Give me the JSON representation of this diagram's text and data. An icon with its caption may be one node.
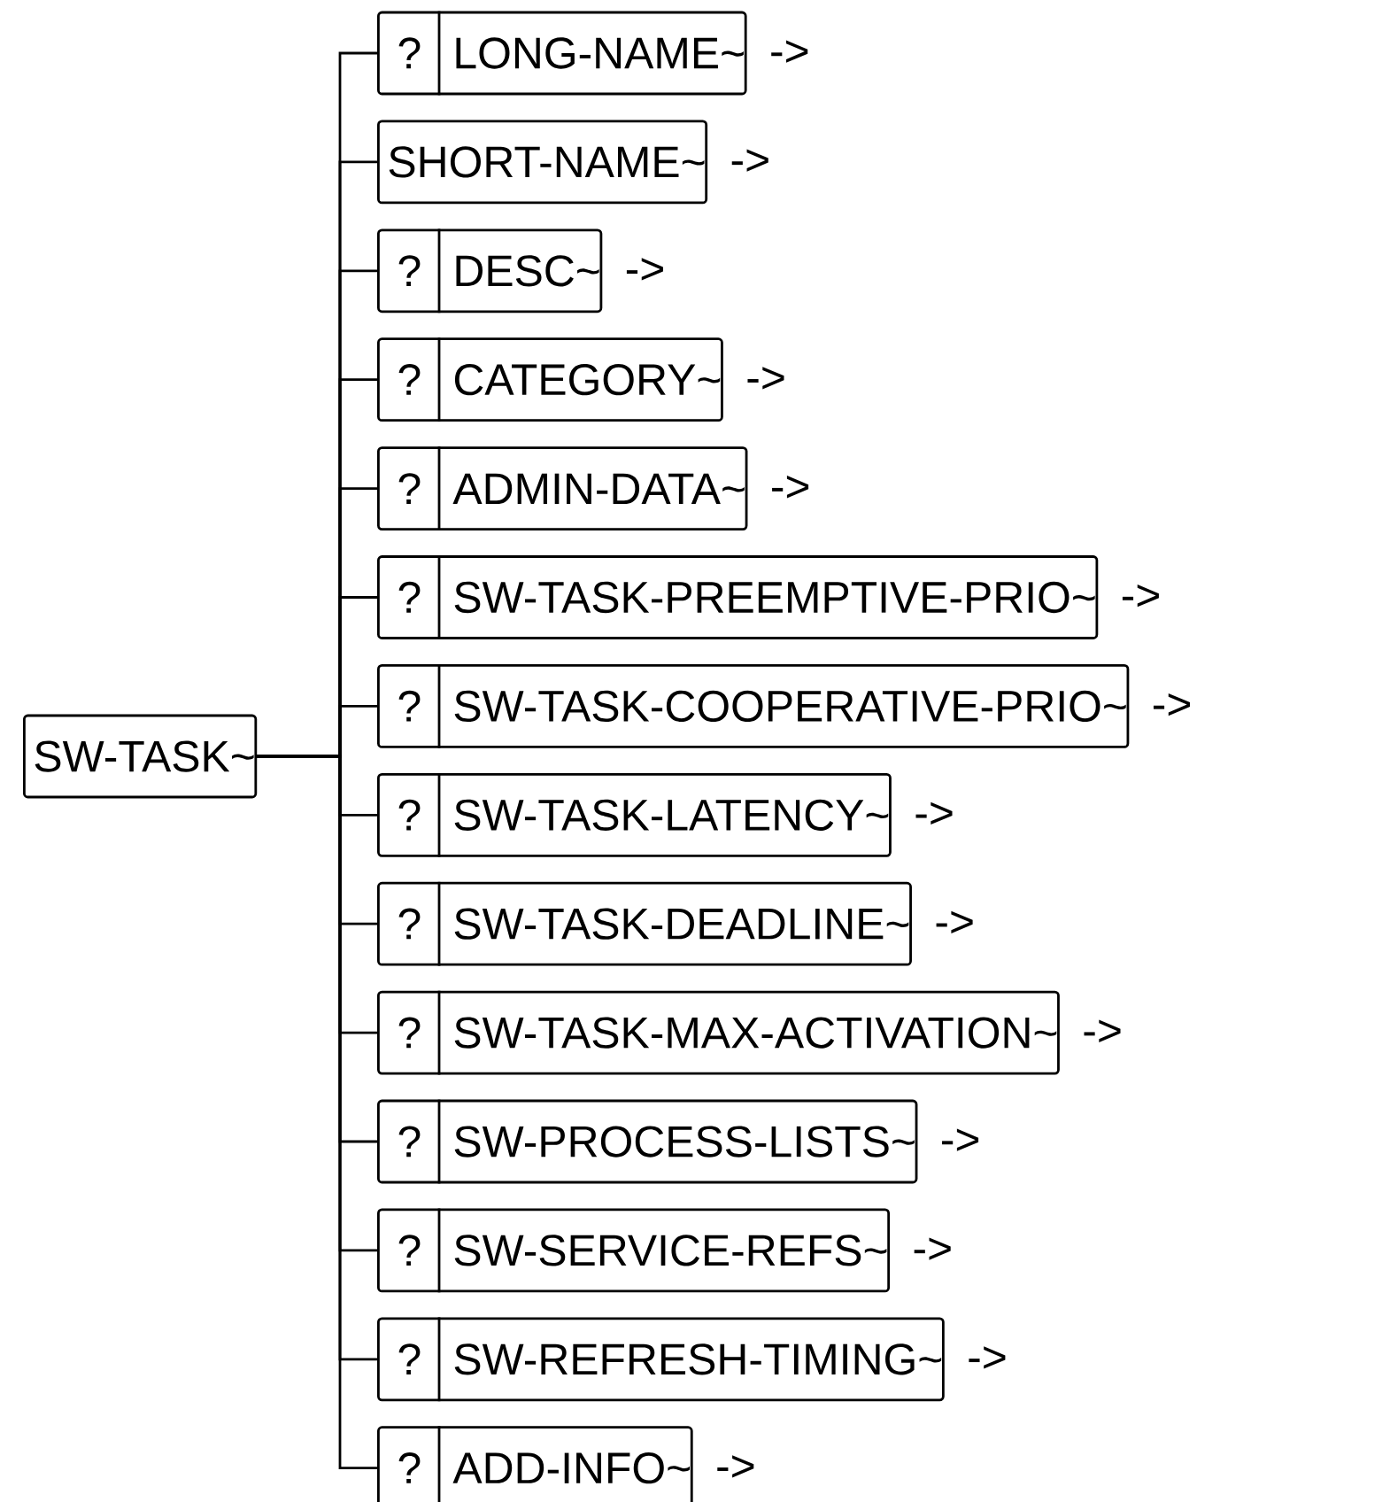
{
  "diagram": {
    "nodes": [
      {
        "text": [
          "SW-TASK~"
        ]
      },
      {
        "text": [
          "?",
          "LONG-NAME~"
        ],
        "beside": [
          "->"
        ]
      },
      {
        "text": [
          "SHORT-NAME~"
        ],
        "beside": [
          "->"
        ]
      },
      {
        "text": [
          "?",
          "DESC~"
        ],
        "beside": [
          "->"
        ]
      },
      {
        "text": [
          "?",
          "CATEGORY~"
        ],
        "beside": [
          "->"
        ]
      },
      {
        "text": [
          "?",
          "ADMIN-DATA~"
        ],
        "beside": [
          "->"
        ]
      },
      {
        "text": [
          "?",
          "SW-TASK-PREEMPTIVE-PRIO~"
        ],
        "beside": [
          "->"
        ]
      },
      {
        "text": [
          "?",
          "SW-TASK-COOPERATIVE-PRIO~"
        ],
        "beside": [
          "->"
        ]
      },
      {
        "text": [
          "?",
          "SW-TASK-LATENCY~"
        ],
        "beside": [
          "->"
        ]
      },
      {
        "text": [
          "?",
          "SW-TASK-DEADLINE~"
        ],
        "beside": [
          "->"
        ]
      },
      {
        "text": [
          "?",
          "SW-TASK-MAX-ACTIVATION~"
        ],
        "beside": [
          "->"
        ]
      },
      {
        "text": [
          "?",
          "SW-PROCESS-LISTS~"
        ],
        "beside": [
          "->"
        ]
      },
      {
        "text": [
          "?",
          "SW-SERVICE-REFS~"
        ],
        "beside": [
          "->"
        ]
      },
      {
        "text": [
          "?",
          "SW-REFRESH-TIMING~"
        ],
        "beside": [
          "->"
        ]
      },
      {
        "text": [
          "?",
          "ADD-INFO~"
        ],
        "beside": [
          "->"
        ]
      }
    ],
    "edges": [
      {
        "from": 0,
        "to": 1,
        "arrow": "none"
      },
      {
        "from": 0,
        "to": 2,
        "arrow": "none"
      },
      {
        "from": 0,
        "to": 3,
        "arrow": "none"
      },
      {
        "from": 0,
        "to": 4,
        "arrow": "none"
      },
      {
        "from": 0,
        "to": 5,
        "arrow": "none"
      },
      {
        "from": 0,
        "to": 6,
        "arrow": "none"
      },
      {
        "from": 0,
        "to": 7,
        "arrow": "none"
      },
      {
        "from": 0,
        "to": 8,
        "arrow": "none"
      },
      {
        "from": 0,
        "to": 9,
        "arrow": "none"
      },
      {
        "from": 0,
        "to": 10,
        "arrow": "none"
      },
      {
        "from": 0,
        "to": 11,
        "arrow": "none"
      },
      {
        "from": 0,
        "to": 12,
        "arrow": "none"
      },
      {
        "from": 0,
        "to": 13,
        "arrow": "none"
      },
      {
        "from": 0,
        "to": 14,
        "arrow": "none"
      }
    ]
  }
}
